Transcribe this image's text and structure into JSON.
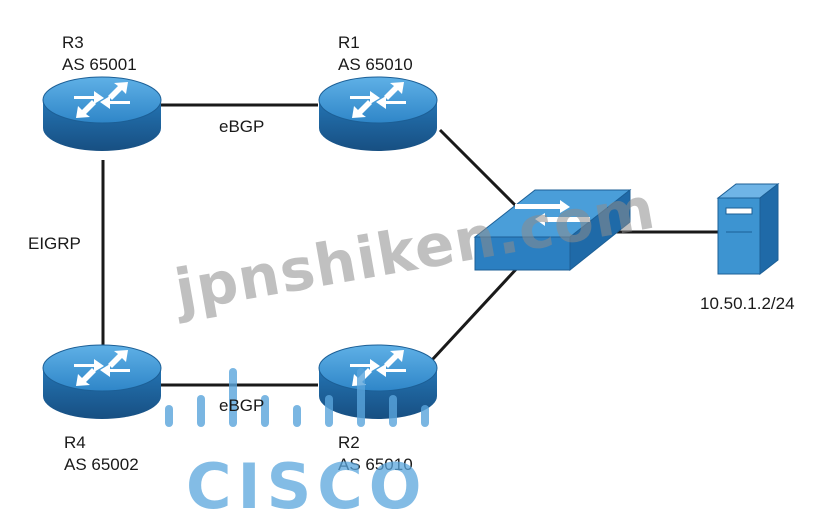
{
  "devices": {
    "r3": {
      "name": "R3",
      "as": "AS 65001"
    },
    "r1": {
      "name": "R1",
      "as": "AS 65010"
    },
    "r4": {
      "name": "R4",
      "as": "AS 65002"
    },
    "r2": {
      "name": "R2",
      "as": "AS 65010"
    },
    "server": {
      "address": "10.50.1.2/24"
    }
  },
  "links": {
    "r3_r1": "eBGP",
    "r3_r4": "EIGRP",
    "r4_r2": "eBGP"
  },
  "watermark": {
    "site": "jpnshiken.com",
    "brand": "CISCO"
  },
  "colors": {
    "router_top": "#3d94d1",
    "router_side": "#1f6aa8",
    "switch": "#2b7fc1",
    "watermark_logo": "#5aa5dc"
  }
}
